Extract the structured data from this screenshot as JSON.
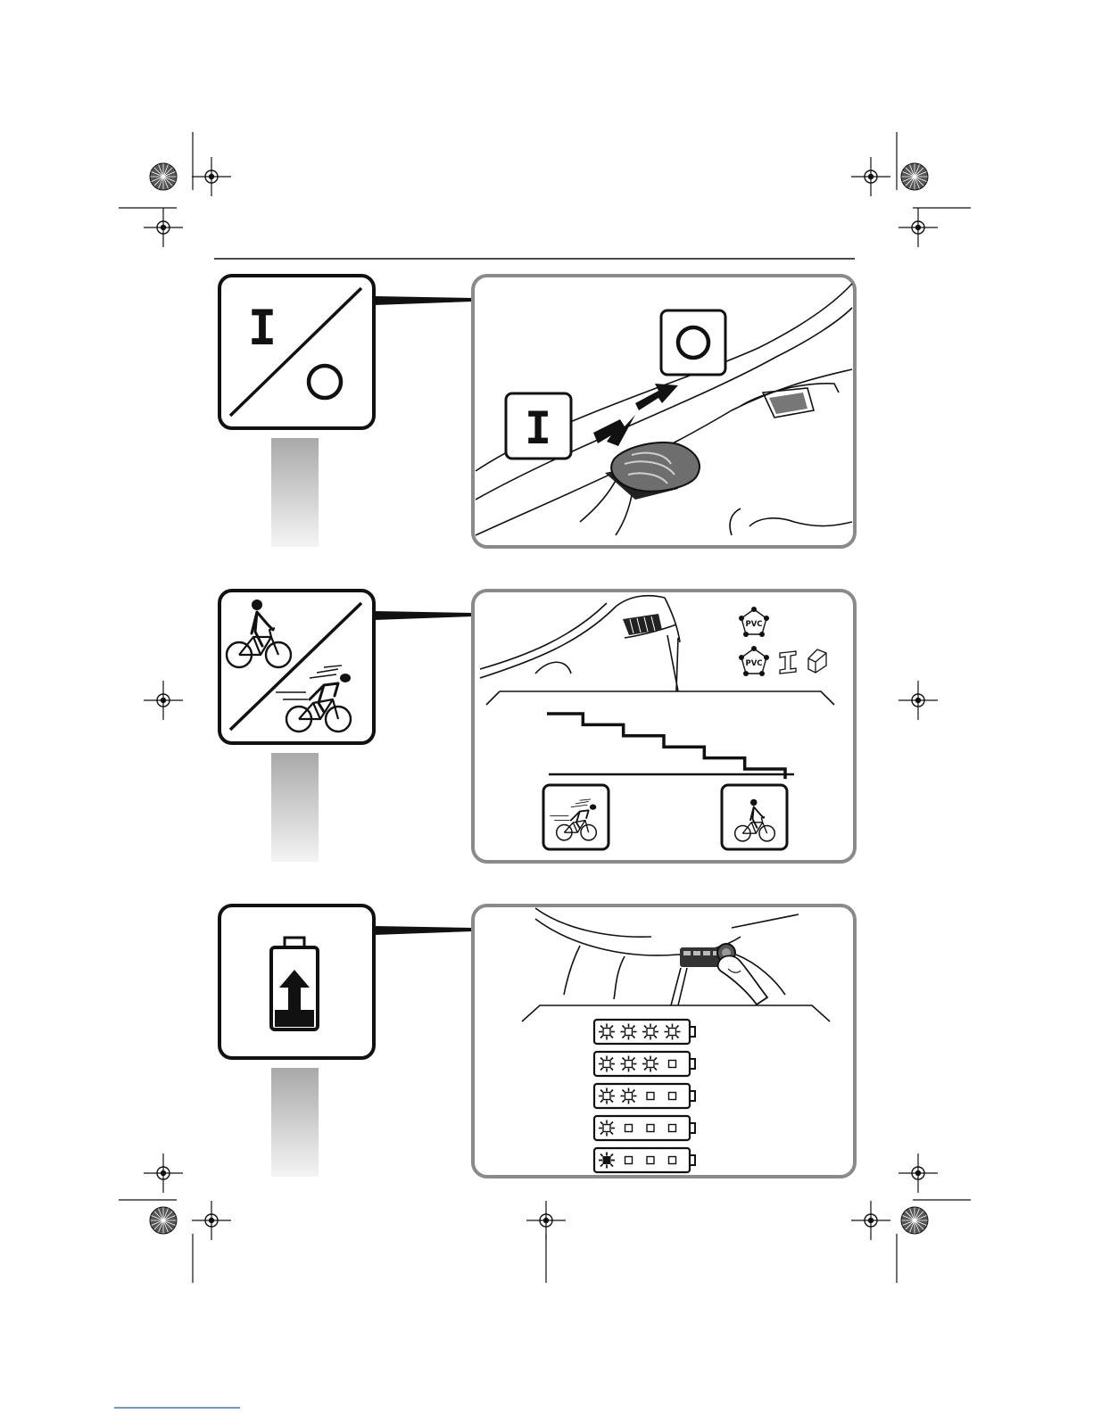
{
  "page": {
    "background": "#ffffff",
    "ink": "#111111",
    "frame_grey": "#8a8a8a"
  },
  "section_1": {
    "icon_label_on": "I",
    "icon_label_off": "O",
    "panel_label_on": "I",
    "panel_label_off": "O"
  },
  "section_2": {
    "material_icon_1_label": "PVC",
    "material_icon_2_label": "PVC",
    "speed_steps": 6,
    "icons": [
      "cyclist-fast-icon",
      "cyclist-slow-icon"
    ]
  },
  "section_3": {
    "battery_levels": [
      {
        "lit": 4,
        "of": 4
      },
      {
        "lit": 3,
        "of": 4
      },
      {
        "lit": 2,
        "of": 4
      },
      {
        "lit": 1,
        "of": 4
      },
      {
        "lit": 1,
        "of": 4,
        "last": "dark"
      }
    ]
  },
  "icons": {
    "registration_mark": "crosshair-registration-icon",
    "color_target": "radial-color-target-icon"
  }
}
